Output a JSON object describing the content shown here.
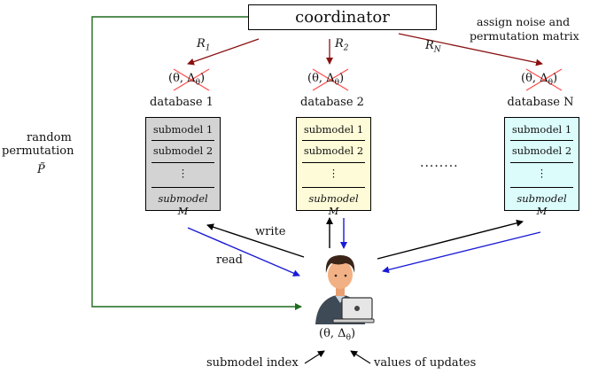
{
  "coordinator": {
    "label": "coordinator"
  },
  "assign_note": {
    "line1": "assign noise and",
    "line2": "permutation matrix"
  },
  "r_labels": [
    "R",
    "R",
    "R"
  ],
  "r_subs": [
    "1",
    "2",
    "N"
  ],
  "theta_crossed": "(θ, Δ",
  "theta_sub": "θ",
  "databases": [
    {
      "title": "database 1",
      "rows": [
        "submodel 1",
        "submodel 2",
        "⋮",
        "submodel M"
      ],
      "color": "#d3d3d3"
    },
    {
      "title": "database 2",
      "rows": [
        "submodel 1",
        "submodel 2",
        "⋮",
        "submodel M"
      ],
      "color": "#fdfbd8"
    },
    {
      "title": "database N",
      "rows": [
        "submodel 1",
        "submodel 2",
        "⋮",
        "submodel M"
      ],
      "color": "#dcfbfb"
    }
  ],
  "ellipsis": "........",
  "left_note": {
    "line1": "random",
    "line2": "permutation",
    "symbol": "P̃"
  },
  "write_label": "write",
  "read_label": "read",
  "user_theta": "(θ, Δ",
  "user_theta_sub": "θ",
  "submodel_index": "submodel index",
  "values_of_updates": "values of updates",
  "colors": {
    "green": "#1f6b1f",
    "darkred": "#8b1010",
    "blue": "#1a1ad6",
    "black": "#000000",
    "cross": "#ff4a4a"
  }
}
